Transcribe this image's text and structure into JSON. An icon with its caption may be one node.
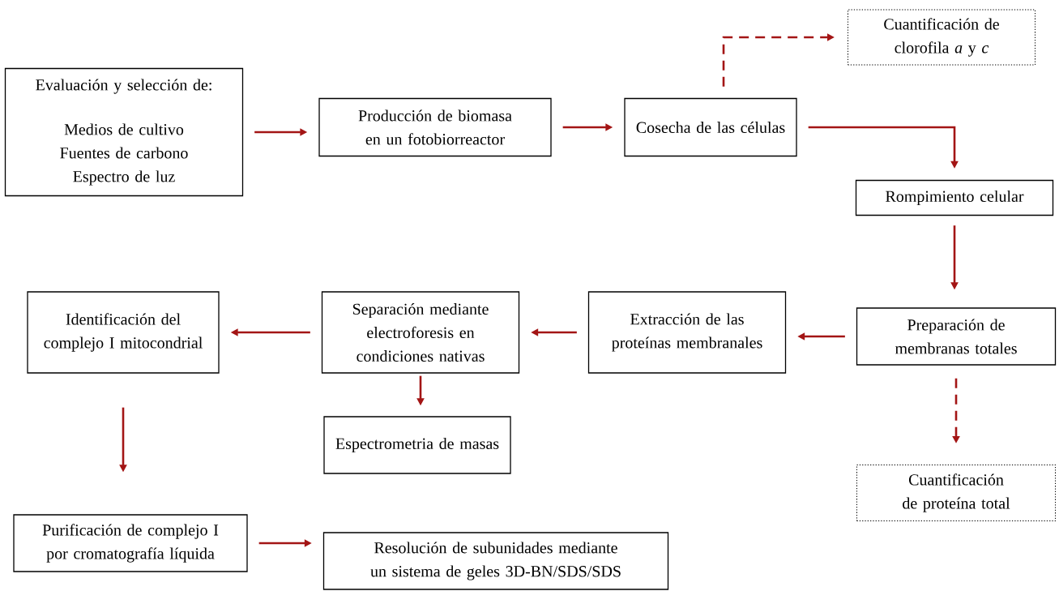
{
  "diagram": {
    "nodes": [
      {
        "text": [
          "Evaluación y selección de:",
          "Medios de cultivo",
          "Fuentes de carbono",
          "Espectro de luz"
        ]
      },
      {
        "text": [
          "Producción de biomasa en un fotobiorreactor"
        ]
      },
      {
        "text": [
          "Cosecha de las células"
        ]
      },
      {
        "text": [
          "Cuantificación de clorofila *a* y *c*"
        ]
      },
      {
        "text": [
          "Rompimiento celular"
        ]
      },
      {
        "text": [
          "Preparación de membranas totales"
        ]
      },
      {
        "text": [
          "Cuantificación de proteína total"
        ]
      },
      {
        "text": [
          "Extracción de las proteínas membranales"
        ]
      },
      {
        "text": [
          "Separación mediante electroforesis en condiciones nativas"
        ]
      },
      {
        "text": [
          "Identificación del complejo I mitocondrial"
        ]
      },
      {
        "text": [
          "Espectrometria de masas"
        ]
      },
      {
        "text": [
          "Purificación de complejo I por cromatografía líquida"
        ]
      },
      {
        "text": [
          "Resolución de subunidades mediante un sistema de geles 3D-BN/SDS/SDS"
        ]
      }
    ],
    "edges": [
      {
        "from": 0,
        "to": 1,
        "arrow": "to"
      },
      {
        "from": 1,
        "to": 2,
        "arrow": "to"
      },
      {
        "from": 2,
        "to": 3,
        "arrow": "to",
        "style": "dashed"
      },
      {
        "from": 2,
        "to": 4,
        "arrow": "to"
      },
      {
        "from": 4,
        "to": 5,
        "arrow": "to"
      },
      {
        "from": 5,
        "to": 6,
        "arrow": "to",
        "style": "dashed"
      },
      {
        "from": 5,
        "to": 7,
        "arrow": "to"
      },
      {
        "from": 7,
        "to": 8,
        "arrow": "to"
      },
      {
        "from": 8,
        "to": 9,
        "arrow": "to"
      },
      {
        "from": 8,
        "to": 10,
        "arrow": "to"
      },
      {
        "from": 9,
        "to": 11,
        "arrow": "to"
      },
      {
        "from": 11,
        "to": 12,
        "arrow": "to"
      }
    ]
  }
}
